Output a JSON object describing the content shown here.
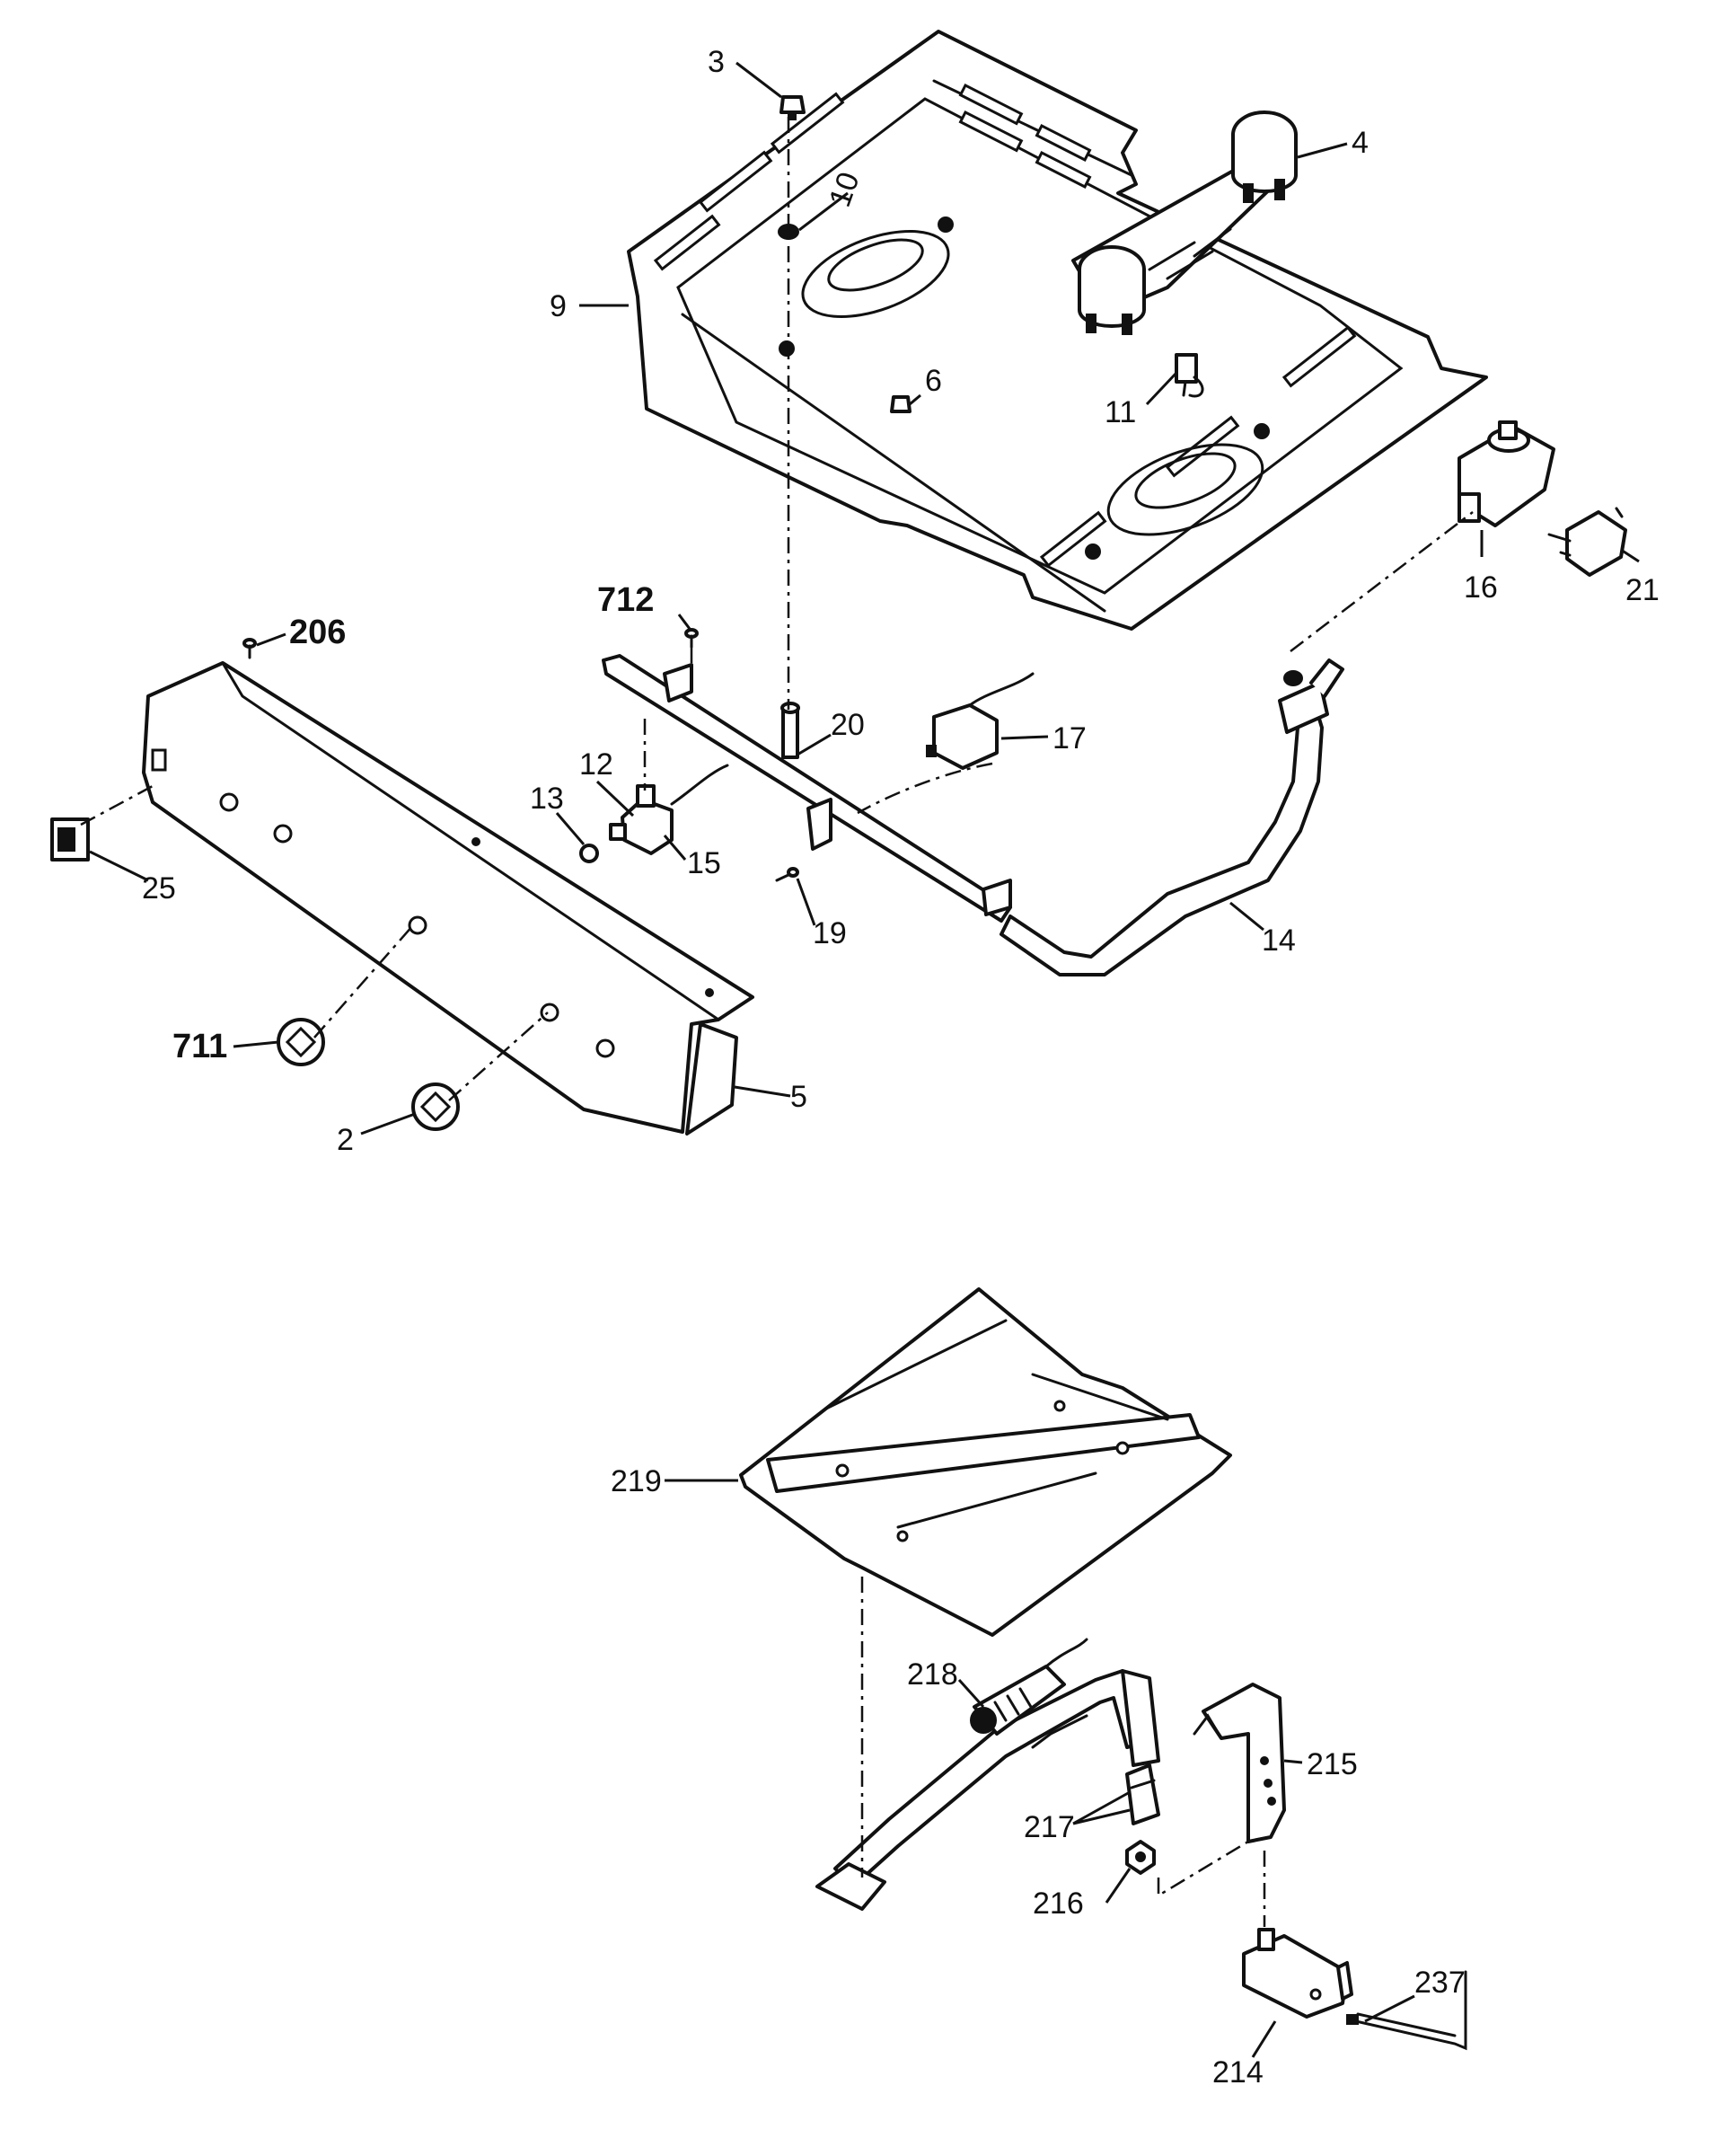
{
  "diagram": {
    "callouts": {
      "c2": "2",
      "c3": "3",
      "c4": "4",
      "c5": "5",
      "c6": "6",
      "c9": "9",
      "c10": "10",
      "c11": "11",
      "c12": "12",
      "c13": "13",
      "c14": "14",
      "c15": "15",
      "c16": "16",
      "c17": "17",
      "c19": "19",
      "c20": "20",
      "c21": "21",
      "c25": "25",
      "c206": "206",
      "c711": "711",
      "c712": "712",
      "c214": "214",
      "c215": "215",
      "c216": "216",
      "c217": "217",
      "c218": "218",
      "c219": "219",
      "c237": "237"
    },
    "colors": {
      "ink": "#111111",
      "paper": "#ffffff"
    }
  }
}
